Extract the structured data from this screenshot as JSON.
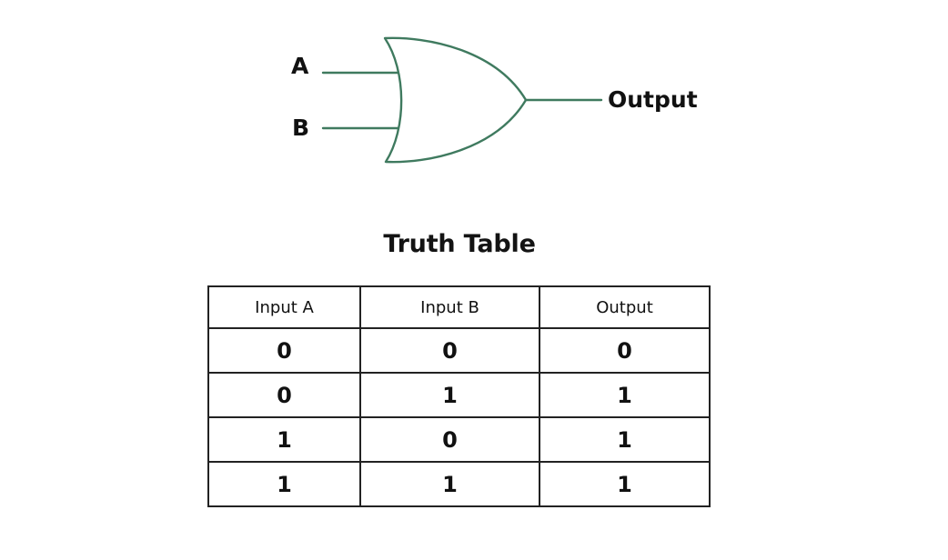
{
  "diagram": {
    "type": "logic-gate-schematic",
    "gate": "OR",
    "line_color": "#3f7a5f",
    "text_color": "#111111",
    "inputs": [
      {
        "label": "A"
      },
      {
        "label": "B"
      }
    ],
    "output": {
      "label": "Output"
    }
  },
  "truth_table": {
    "title": "Truth Table",
    "headers": [
      "Input A",
      "Input B",
      "Output"
    ],
    "rows": [
      [
        "0",
        "0",
        "0"
      ],
      [
        "0",
        "1",
        "1"
      ],
      [
        "1",
        "0",
        "1"
      ],
      [
        "1",
        "1",
        "1"
      ]
    ]
  }
}
